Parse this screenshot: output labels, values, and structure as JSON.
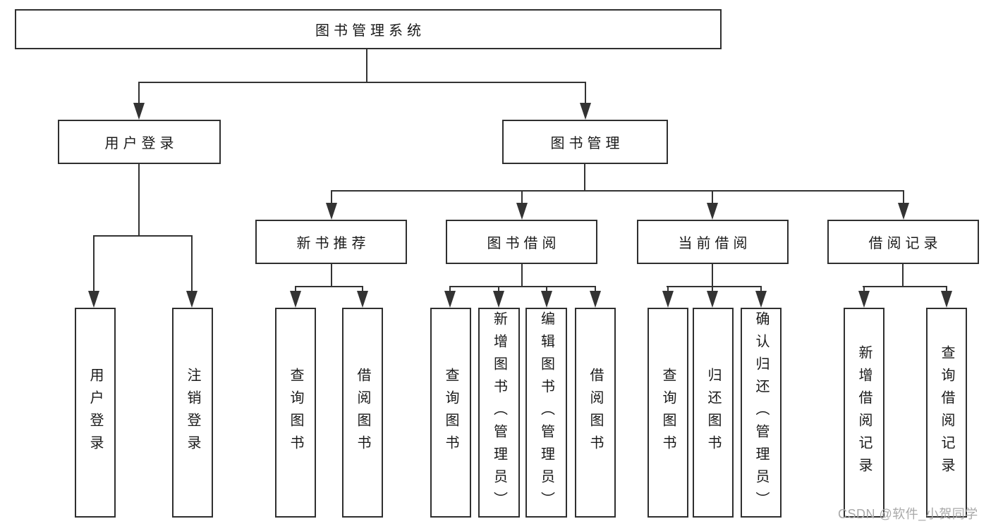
{
  "diagram_title": "图书管理系统",
  "colors": {
    "background": "#ffffff",
    "box_border": "#2f2f2f",
    "line": "#333333",
    "text": "#1a1a1a",
    "watermark": "#a9a9a9"
  },
  "tree": {
    "root": {
      "label": "图书管理系统"
    },
    "level2": [
      {
        "label": "用户登录"
      },
      {
        "label": "图书管理"
      }
    ],
    "level3": [
      {
        "label": "新书推荐",
        "parent": "图书管理"
      },
      {
        "label": "图书借阅",
        "parent": "图书管理"
      },
      {
        "label": "当前借阅",
        "parent": "图书管理"
      },
      {
        "label": "借阅记录",
        "parent": "图书管理"
      }
    ],
    "leaves": [
      {
        "label": "用户登录",
        "parent": "用户登录"
      },
      {
        "label": "注销登录",
        "parent": "用户登录"
      },
      {
        "label": "查询图书",
        "parent": "新书推荐"
      },
      {
        "label": "借阅图书",
        "parent": "新书推荐"
      },
      {
        "label": "查询图书",
        "parent": "图书借阅"
      },
      {
        "label": "新增图书（管理员）",
        "parent": "图书借阅"
      },
      {
        "label": "编辑图书（管理员）",
        "parent": "图书借阅"
      },
      {
        "label": "借阅图书",
        "parent": "图书借阅"
      },
      {
        "label": "查询图书",
        "parent": "当前借阅"
      },
      {
        "label": "归还图书",
        "parent": "当前借阅"
      },
      {
        "label": "确认归还（管理员）",
        "parent": "当前借阅"
      },
      {
        "label": "新增借阅记录",
        "parent": "借阅记录"
      },
      {
        "label": "查询借阅记录",
        "parent": "借阅记录"
      }
    ]
  },
  "watermark": {
    "text": "CSDN @软件_小贺同学"
  }
}
